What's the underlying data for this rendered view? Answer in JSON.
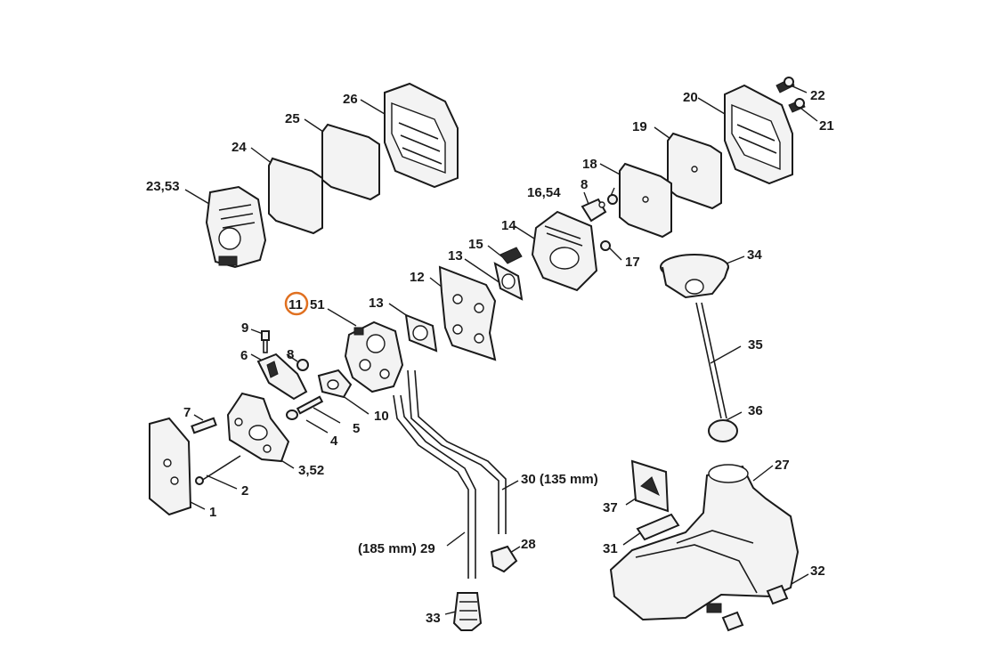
{
  "highlight_color": "#e07020",
  "highlighted_part": "11",
  "labels": {
    "l1": "1",
    "l2": "2",
    "l3": "3,52",
    "l4": "4",
    "l5": "5",
    "l6": "6",
    "l7": "7",
    "l8a": "8",
    "l8b": "8",
    "l9": "9",
    "l10": "10",
    "l11": "11",
    "l51": "51",
    "l12": "12",
    "l13a": "13",
    "l13b": "13",
    "l14": "14",
    "l15": "15",
    "l16": "16,54",
    "l17": "17",
    "l18": "18",
    "l19": "19",
    "l20": "20",
    "l21": "21",
    "l22": "22",
    "l23": "23,53",
    "l24": "24",
    "l25": "25",
    "l26": "26",
    "l27": "27",
    "l28": "28",
    "l29": "(185 mm) 29",
    "l30": "30 (135 mm)",
    "l31": "31",
    "l32": "32",
    "l33": "33",
    "l34": "34",
    "l35": "35",
    "l36": "36",
    "l37": "37"
  }
}
